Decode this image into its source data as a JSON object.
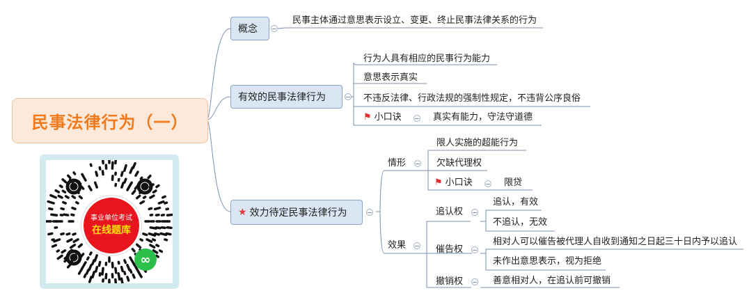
{
  "root": {
    "title": "民事法律行为（一）"
  },
  "concept": {
    "label": "概念",
    "definition": "民事主体通过意思表示设立、变更、终止民事法律关系的行为"
  },
  "valid": {
    "label": "有效的民事法律行为",
    "items": [
      "行为人具有相应的民事行为能力",
      "意思表示真实",
      "不违反法律、行政法规的强制性规定，不违背公序良俗"
    ],
    "tip_label": "小口诀",
    "tip_text": "真实有能力，守法守道德"
  },
  "pending": {
    "label": "效力待定民事法律行为",
    "situations": {
      "label": "情形",
      "items": [
        "限人实施的超能行为",
        "欠缺代理权"
      ],
      "tip_label": "小口诀",
      "tip_text": "限贷"
    },
    "effects": {
      "label": "效果",
      "ratify": {
        "label": "追认权",
        "items": [
          "追认，有效",
          "不追认，无效"
        ]
      },
      "urge": {
        "label": "催告权",
        "items": [
          "相对人可以催告被代理人自收到通知之日起三十日内予以追认",
          "未作出意思表示，视为拒绝"
        ]
      },
      "revoke": {
        "label": "撤销权",
        "items": [
          "善意相对人，在追认前可撤销"
        ]
      }
    }
  },
  "qrcode": {
    "line1": "事业单位考试",
    "line2": "在线题库"
  }
}
